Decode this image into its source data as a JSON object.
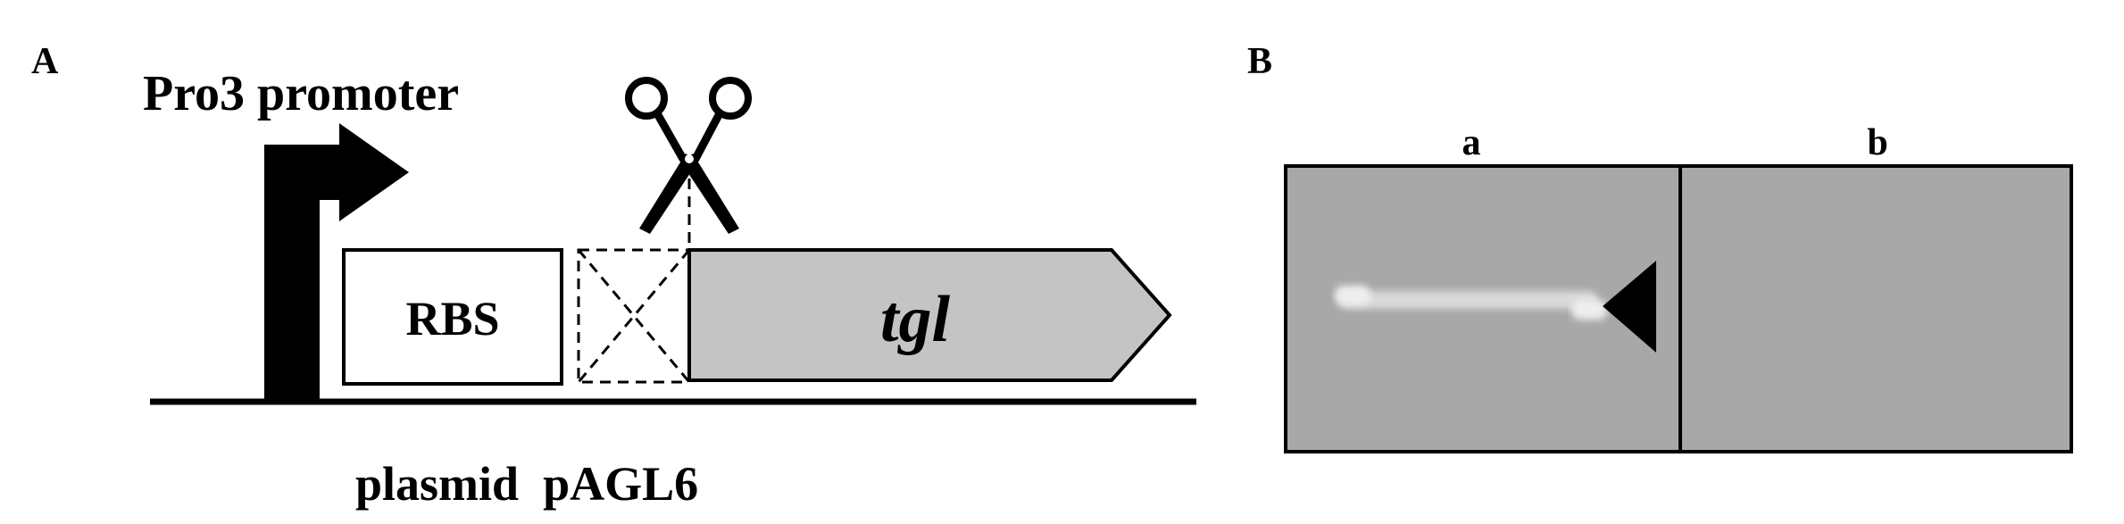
{
  "panel_a": {
    "label": "A",
    "promoter_label": "Pro3 promoter",
    "rbs_label": "RBS",
    "gene_label": "tgl",
    "plasmid_label": "plasmid  pAGL6",
    "cleavage_icon": "scissors-icon",
    "deleted_segment_icon": "dashed-x-box"
  },
  "panel_b": {
    "label": "B",
    "lanes": [
      {
        "label": "a",
        "band_present": true
      },
      {
        "label": "b",
        "band_present": false
      }
    ],
    "marker_icon": "triangle-pointer-icon"
  },
  "colors": {
    "ink": "#000000",
    "gene_fill": "#c4c4c4",
    "gel_background": "#a8a8a8",
    "band": "#e2e2e2"
  }
}
